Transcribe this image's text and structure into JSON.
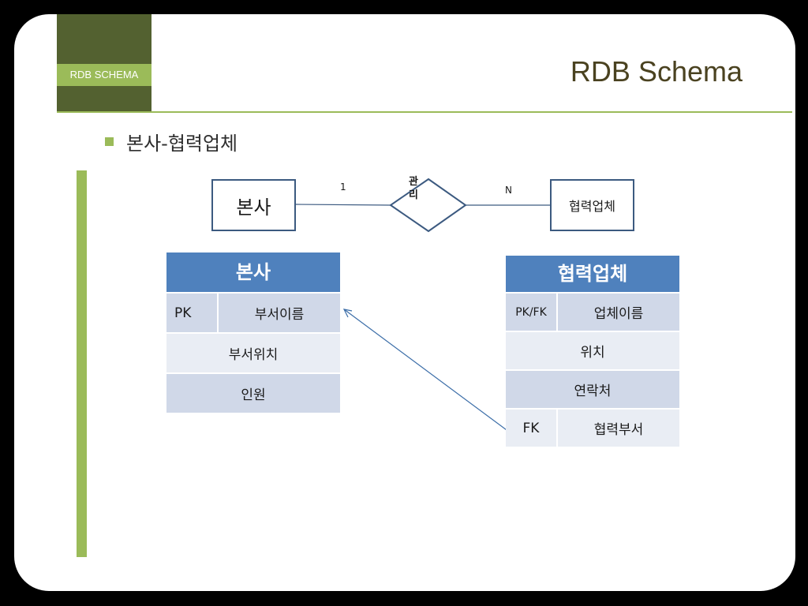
{
  "slide": {
    "tag_label": "RDB SCHEMA",
    "title": "RDB Schema",
    "bullet": "본사-협력업체"
  },
  "er_diagram": {
    "entity_left": "본사",
    "entity_right": "협력업체",
    "relationship": "관\n리",
    "card_left": "1",
    "card_right": "N"
  },
  "table_hq": {
    "title": "본사",
    "rows": [
      {
        "key": "PK",
        "value": "부서이름"
      },
      {
        "key": "",
        "value": "부서위치"
      },
      {
        "key": "",
        "value": "인원"
      }
    ]
  },
  "table_partner": {
    "title": "협력업체",
    "rows": [
      {
        "key": "PK/FK",
        "value": "업체이름"
      },
      {
        "key": "",
        "value": "위치"
      },
      {
        "key": "",
        "value": "연락처"
      },
      {
        "key": "FK",
        "value": "협력부서"
      }
    ]
  },
  "colors": {
    "accent": "#9bbb59",
    "dark_tag": "#536130",
    "table_head": "#4f81bd",
    "row_odd": "#d0d8e8",
    "row_even": "#e9edf4",
    "line": "#3c5a80"
  }
}
